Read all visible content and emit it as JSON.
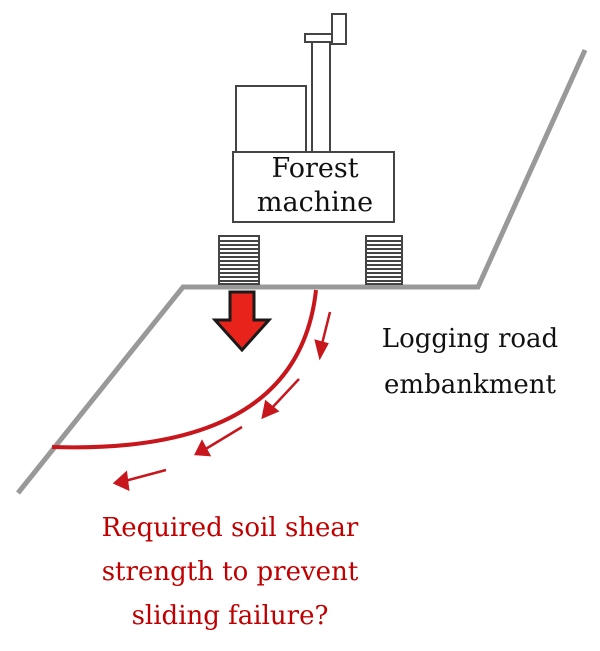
{
  "diagram": {
    "machine_label": [
      "Forest",
      "machine"
    ],
    "road_label": [
      "Logging road",
      "embankment"
    ],
    "question_label": [
      "Required soil shear",
      "strength to prevent",
      "sliding failure?"
    ]
  },
  "colors": {
    "outline": "#333333",
    "ground": "#999999",
    "failure": "#c8161d",
    "load_arrow": "#e8231b",
    "question_text": "#c00000"
  },
  "icons": {
    "load": "down-arrow-icon",
    "slip": "arrow-icon"
  }
}
